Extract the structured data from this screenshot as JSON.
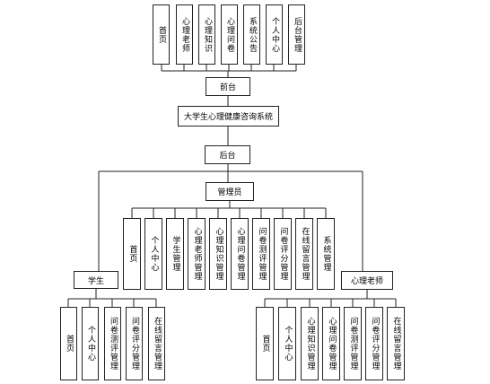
{
  "diagram": {
    "system_title": "大学生心理健康咨询系统",
    "frontend": {
      "label": "前台",
      "modules": [
        "首页",
        "心理老师",
        "心理知识",
        "心理问卷",
        "系统公告",
        "个人中心",
        "后台管理"
      ]
    },
    "backend": {
      "label": "后台"
    },
    "admin": {
      "label": "管理员",
      "modules": [
        "首页",
        "个人中心",
        "学生管理",
        "心理老师管理",
        "心理知识管理",
        "心理问卷管理",
        "问卷测评管理",
        "问卷评分管理",
        "在线留言管理",
        "系统管理"
      ]
    },
    "student": {
      "label": "学生",
      "modules": [
        "首页",
        "个人中心",
        "问卷测评管理",
        "问卷评分管理",
        "在线留言管理"
      ]
    },
    "teacher": {
      "label": "心理老师",
      "modules": [
        "首页",
        "个人中心",
        "心理知识管理",
        "心理问卷管理",
        "问卷测评管理",
        "问卷评分管理",
        "在线留言管理"
      ]
    }
  }
}
